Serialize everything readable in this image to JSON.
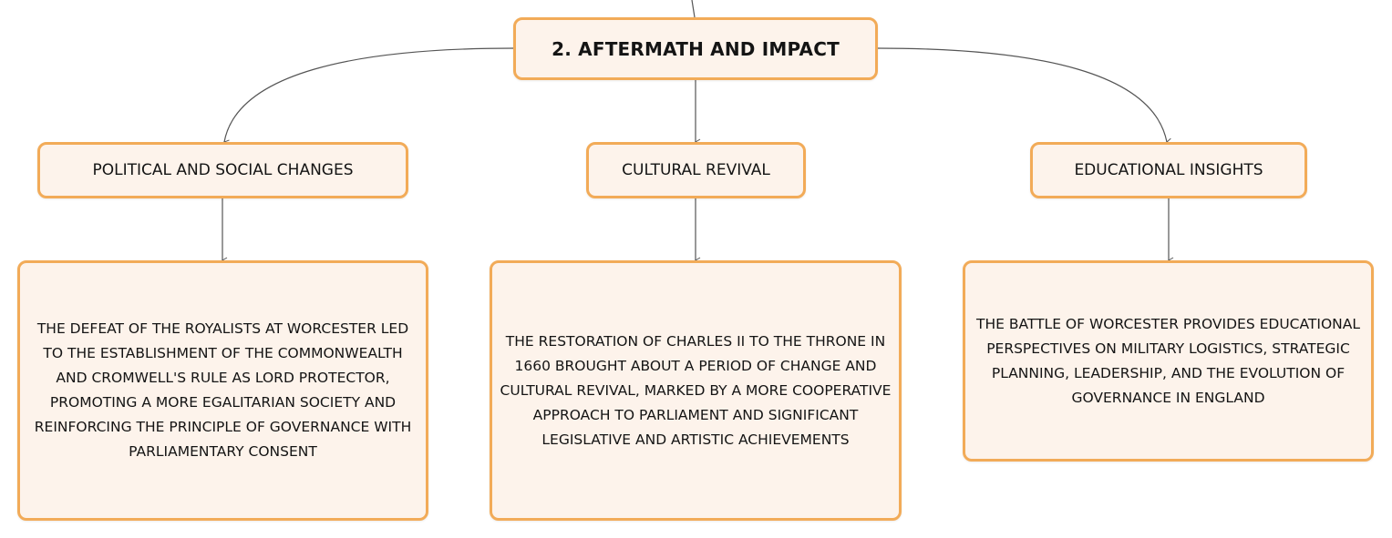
{
  "root": {
    "label": "2. AFTERMATH AND IMPACT"
  },
  "branches": [
    {
      "label": "POLITICAL AND SOCIAL CHANGES",
      "detail": "THE DEFEAT OF THE ROYALISTS AT WORCESTER LED TO THE ESTABLISHMENT OF THE COMMONWEALTH AND CROMWELL'S RULE AS LORD PROTECTOR, PROMOTING A MORE EGALITARIAN SOCIETY AND REINFORCING THE PRINCIPLE OF GOVERNANCE WITH PARLIAMENTARY CONSENT"
    },
    {
      "label": "CULTURAL REVIVAL",
      "detail": "THE RESTORATION OF CHARLES II TO THE THRONE IN 1660 BROUGHT ABOUT A PERIOD OF CHANGE AND CULTURAL REVIVAL, MARKED BY A MORE COOPERATIVE APPROACH TO PARLIAMENT AND SIGNIFICANT LEGISLATIVE AND ARTISTIC ACHIEVEMENTS"
    },
    {
      "label": "EDUCATIONAL INSIGHTS",
      "detail": "THE BATTLE OF WORCESTER PROVIDES EDUCATIONAL PERSPECTIVES ON MILITARY LOGISTICS, STRATEGIC PLANNING, LEADERSHIP, AND THE EVOLUTION OF GOVERNANCE IN ENGLAND"
    }
  ],
  "colors": {
    "node_fill": "#fdf3eb",
    "node_border": "#f2ab58",
    "connector": "#555555",
    "text": "#141414"
  }
}
